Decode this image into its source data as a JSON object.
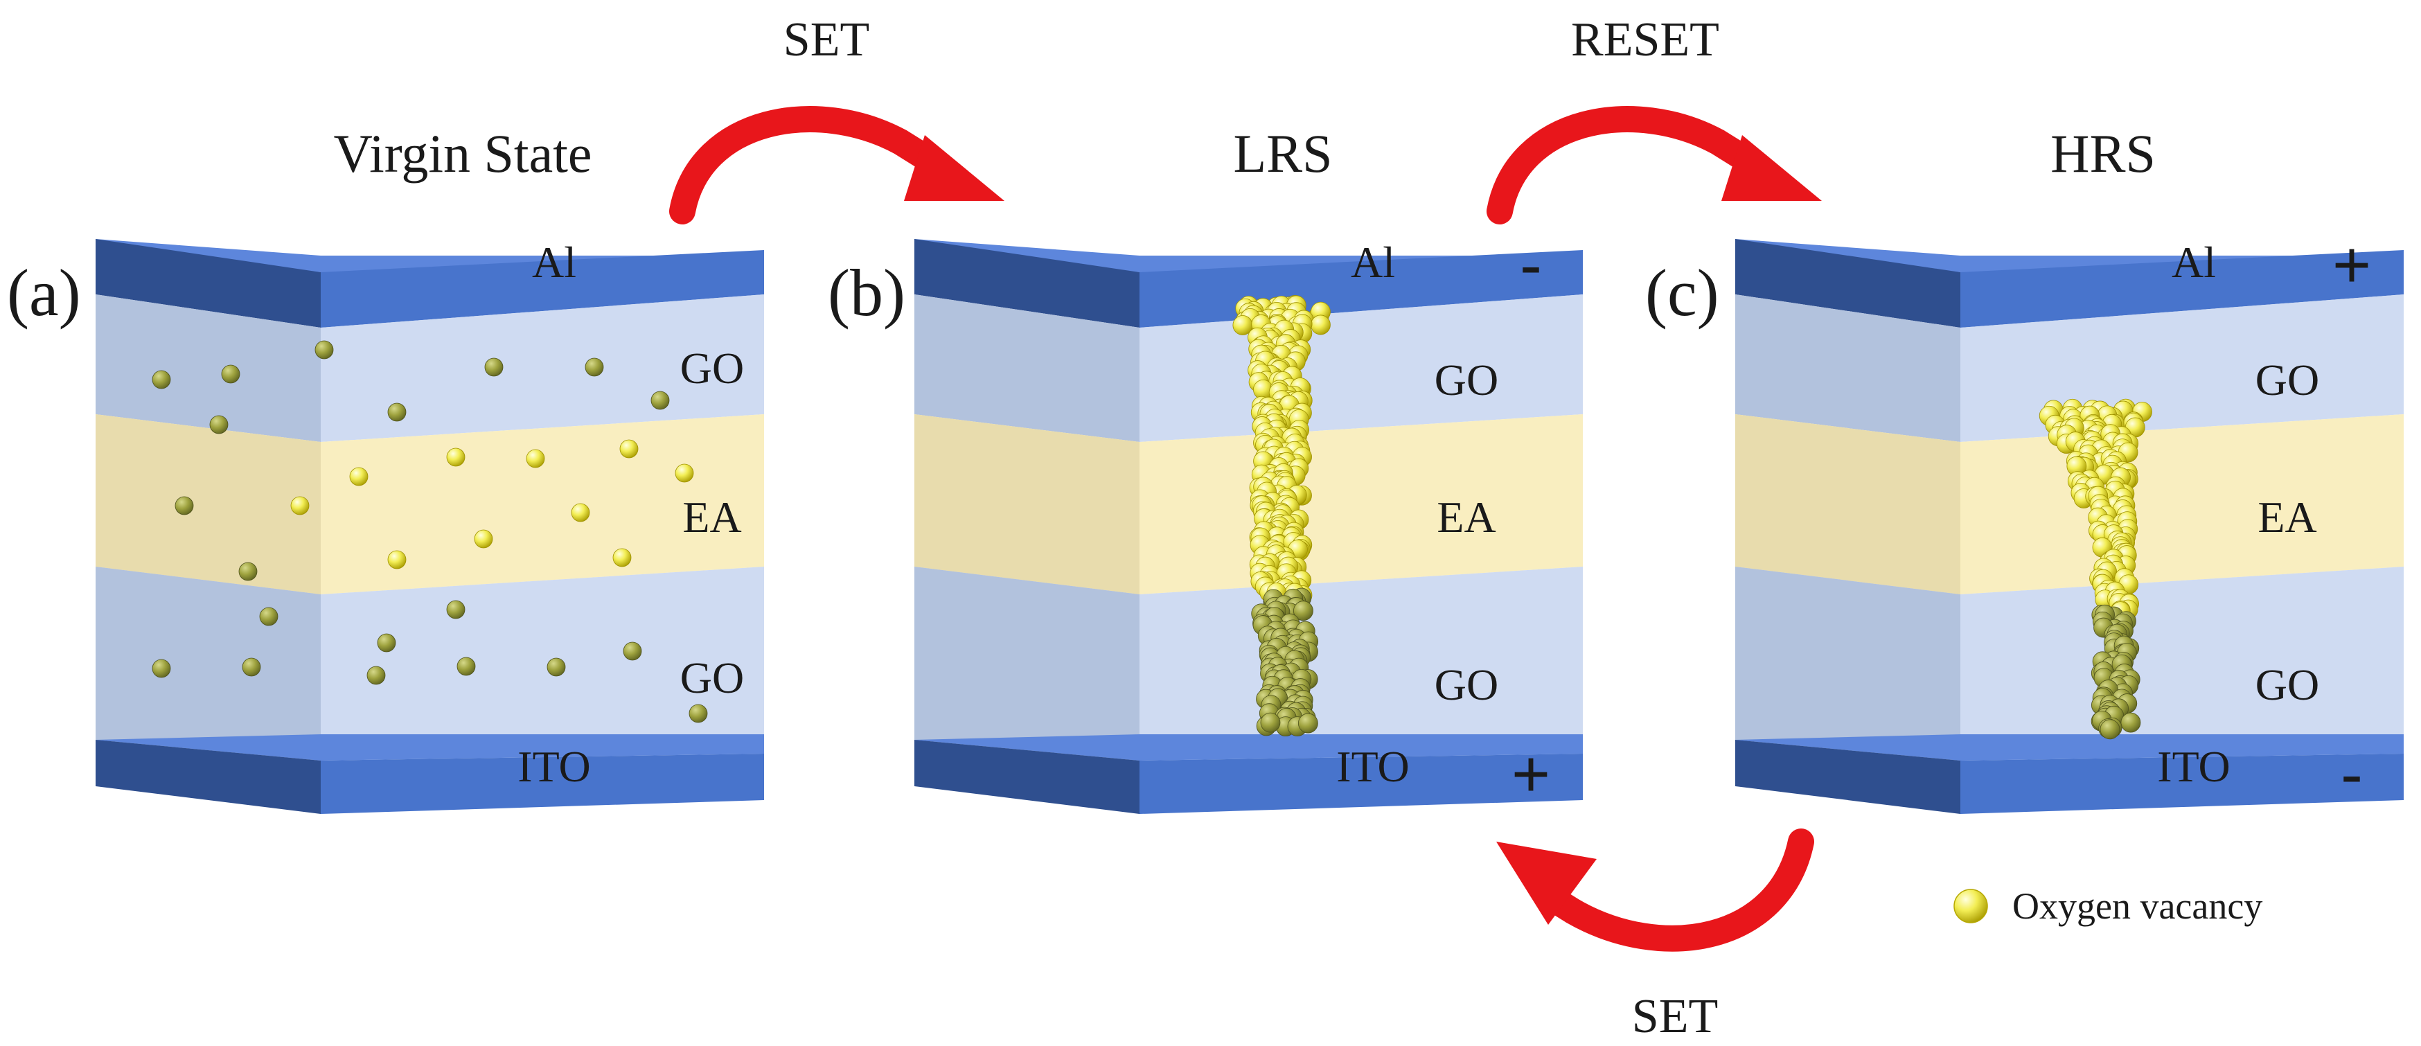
{
  "colors": {
    "electrode_front": "#4874cc",
    "electrode_side": "#2f4f8f",
    "electrode_top": "#5d86dc",
    "go_layer": "#c7d5f0",
    "ea_layer": "#f9eec0",
    "vacancy_light": "#fbfb9a",
    "vacancy_dark": "#c5b800",
    "vacancy_dim": "#8d9236",
    "arrow": "#e8161b"
  },
  "panels": [
    {
      "id": "a",
      "letter": "(a)",
      "title": "Virgin State",
      "layers": {
        "top_electrode": "Al",
        "upper_go": "GO",
        "middle": "EA",
        "lower_go": "GO",
        "bottom_electrode": "ITO"
      },
      "top_polarity": "",
      "bottom_polarity": "",
      "vacancy_distribution": "dispersed"
    },
    {
      "id": "b",
      "letter": "(b)",
      "title": "LRS",
      "layers": {
        "top_electrode": "Al",
        "upper_go": "GO",
        "middle": "EA",
        "lower_go": "GO",
        "bottom_electrode": "ITO"
      },
      "top_polarity": "-",
      "bottom_polarity": "+",
      "vacancy_distribution": "full conductive filament"
    },
    {
      "id": "c",
      "letter": "(c)",
      "title": "HRS",
      "layers": {
        "top_electrode": "Al",
        "upper_go": "GO",
        "middle": "EA",
        "lower_go": "GO",
        "bottom_electrode": "ITO"
      },
      "top_polarity": "+",
      "bottom_polarity": "-",
      "vacancy_distribution": "ruptured filament"
    }
  ],
  "transitions": [
    {
      "id": "set-a-to-b",
      "label": "SET",
      "from": "a",
      "to": "b"
    },
    {
      "id": "reset-b-to-c",
      "label": "RESET",
      "from": "b",
      "to": "c"
    },
    {
      "id": "set-c-to-b",
      "label": "SET",
      "from": "c",
      "to": "b"
    }
  ],
  "legend": {
    "label": "Oxygen vacancy",
    "icon": "oxygen-vacancy-sphere"
  }
}
